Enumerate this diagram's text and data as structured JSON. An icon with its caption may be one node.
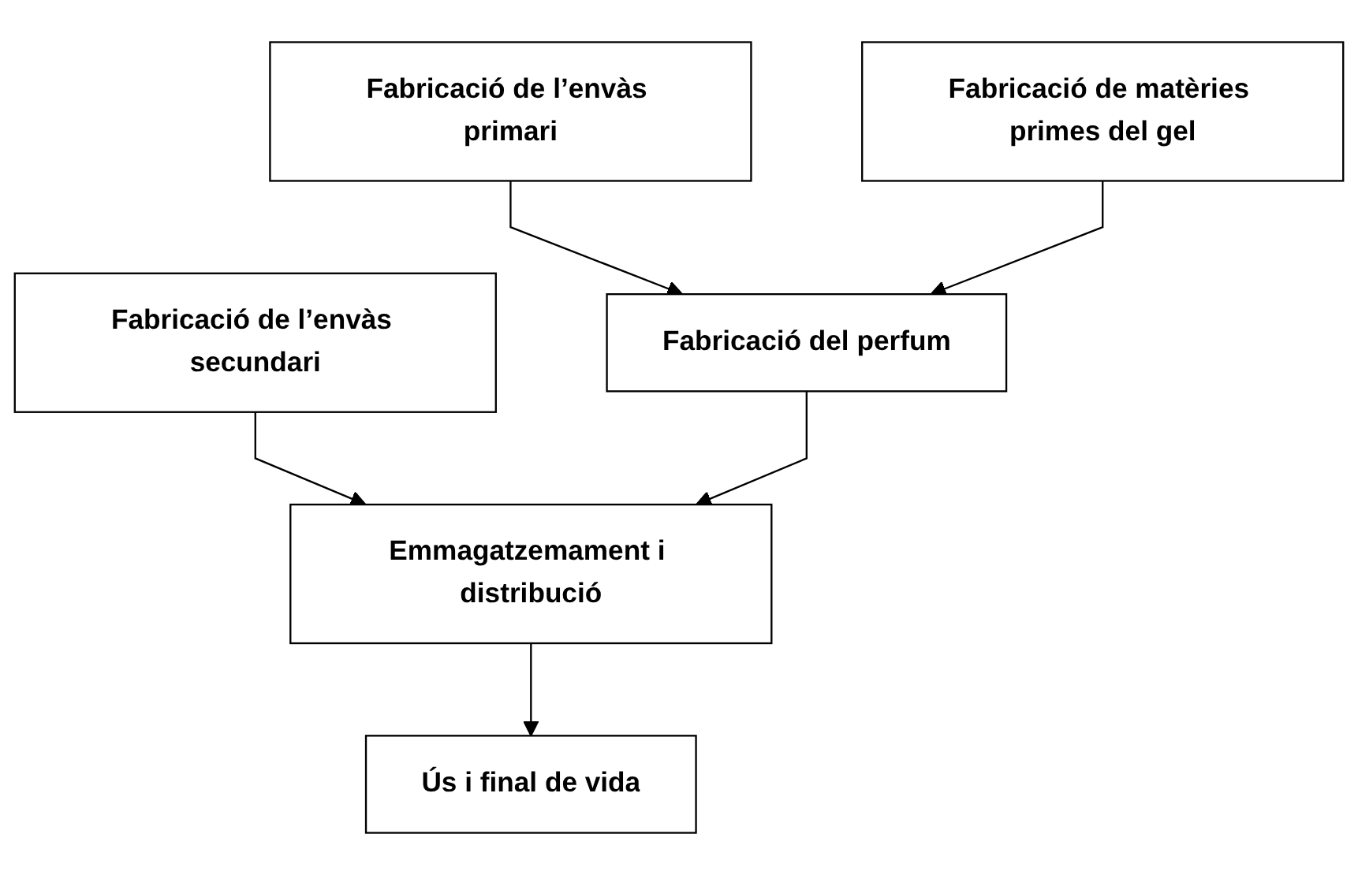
{
  "diagram": {
    "nodes": [
      {
        "text": [
          "Fabricació de l’envàs primari"
        ]
      },
      {
        "text": [
          "Fabricació de matèries primes del gel"
        ]
      },
      {
        "text": [
          "Fabricació de l’envàs secundari"
        ]
      },
      {
        "text": [
          "Fabricació del perfum"
        ]
      },
      {
        "text": [
          "Emmagatzemament i distribució"
        ]
      },
      {
        "text": [
          "Ús i final de vida"
        ]
      }
    ],
    "edges": [
      {
        "from": 0,
        "to": 3,
        "arrow": "to"
      },
      {
        "from": 1,
        "to": 3,
        "arrow": "to"
      },
      {
        "from": 2,
        "to": 4,
        "arrow": "to"
      },
      {
        "from": 3,
        "to": 4,
        "arrow": "to"
      },
      {
        "from": 4,
        "to": 5,
        "arrow": "to"
      }
    ]
  }
}
